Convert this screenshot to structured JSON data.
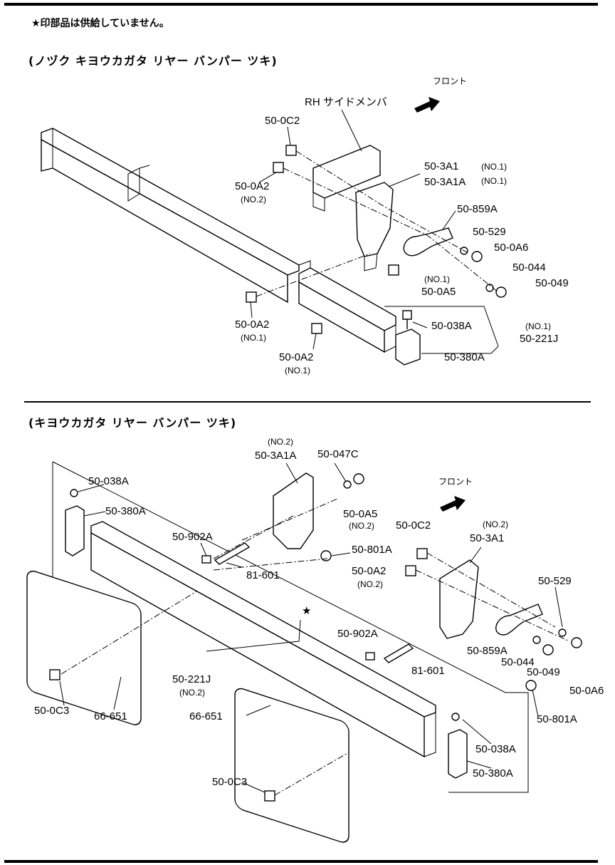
{
  "note": "★印部品は供給していません。",
  "section1": {
    "title": "(ノヅク キヨウカガタ リヤー バンパー ツキ)",
    "front_label": "フロント",
    "member_label": "RH サイドメンバ",
    "labels": {
      "p1": "50-0C2",
      "p2": "50-0A2",
      "p2_note": "(NO.2)",
      "p3": "50-3A1",
      "p3_note": "(NO.1)",
      "p4": "50-3A1A",
      "p4_note": "(NO.1)",
      "p5": "50-859A",
      "p6": "50-529",
      "p7": "50-0A6",
      "p8": "50-044",
      "p9": "50-049",
      "p10_note": "(NO.1)",
      "p10": "50-0A5",
      "p11": "50-0A2",
      "p11_note": "(NO.1)",
      "p12": "50-038A",
      "p13_note": "(NO.1)",
      "p13": "50-221J",
      "p14": "50-0A2",
      "p14_note": "(NO.1)",
      "p15": "50-380A"
    }
  },
  "section2": {
    "title": "(キヨウカガタ リヤー バンパー ツキ)",
    "front_label": "フロント",
    "star": "★",
    "labels": {
      "q1_note": "(NO.2)",
      "q1": "50-3A1A",
      "q2": "50-047C",
      "q3": "50-038A",
      "q4": "50-380A",
      "q5": "50-0A5",
      "q5_note": "(NO.2)",
      "q6": "50-0C2",
      "q7_note": "(NO.2)",
      "q7": "50-3A1",
      "q8": "50-902A",
      "q9": "50-801A",
      "q10": "81-601",
      "q11": "50-0A2",
      "q11_note": "(NO.2)",
      "q12": "50-529",
      "q13": "50-902A",
      "q14": "50-859A",
      "q15": "50-044",
      "q16": "50-049",
      "q17": "81-601",
      "q18": "50-0A6",
      "q19": "50-221J",
      "q19_note": "(NO.2)",
      "q20": "50-801A",
      "q21": "50-0C3",
      "q22": "66-651",
      "q23": "66-651",
      "q24": "50-038A",
      "q25": "50-380A",
      "q26": "50-0C3"
    }
  }
}
